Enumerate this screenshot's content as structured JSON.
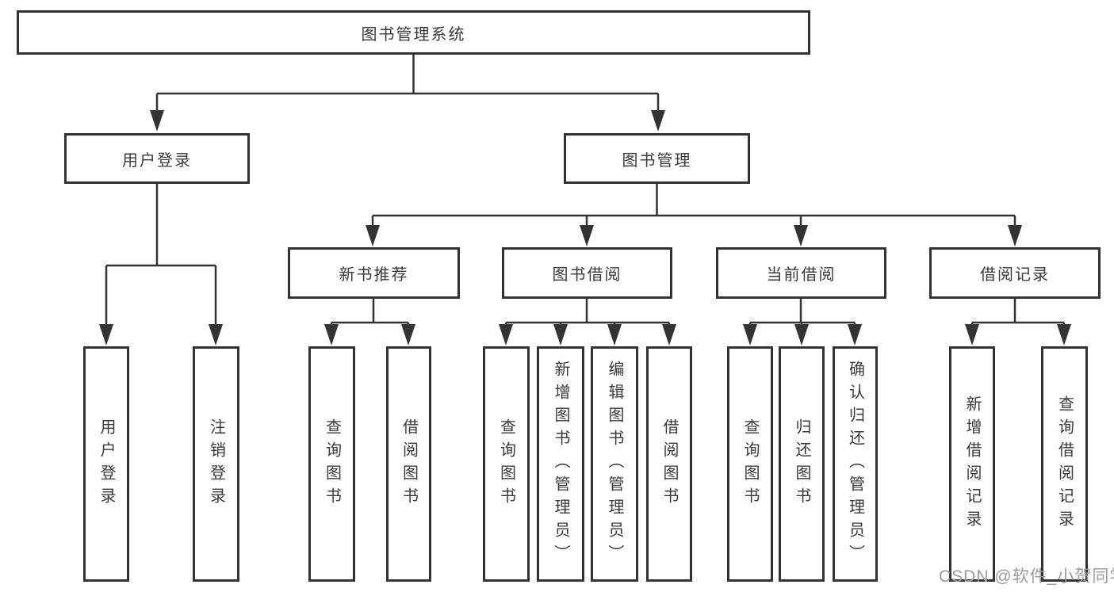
{
  "diagram": {
    "title": "图书管理系统",
    "level1": {
      "user_login": "用户登录",
      "book_mgmt": "图书管理"
    },
    "level2": {
      "new_book_rec": "新书推荐",
      "book_borrow": "图书借阅",
      "current_borrow": "当前借阅",
      "borrow_record": "借阅记录"
    },
    "leaves": {
      "user_login_leaf": "用户登录",
      "logout": "注销登录",
      "rec_query_book": "查询图书",
      "rec_borrow_book": "借阅图书",
      "bb_query_book": "查询图书",
      "bb_add_book": "新增图书（管理员）",
      "bb_edit_book": "编辑图书（管理员）",
      "bb_borrow_book": "借阅图书",
      "cb_query_book": "查询图书",
      "cb_return_book": "归还图书",
      "cb_confirm_return": "确认归还（管理员）",
      "br_add_record": "新增借阅记录",
      "br_query_record": "查询借阅记录"
    }
  },
  "watermark": "CSDN @软件_小贺同学",
  "colors": {
    "line": "#333333",
    "text": "#3a3a3a",
    "watermark": "#9c9c9c",
    "background": "#ffffff"
  }
}
